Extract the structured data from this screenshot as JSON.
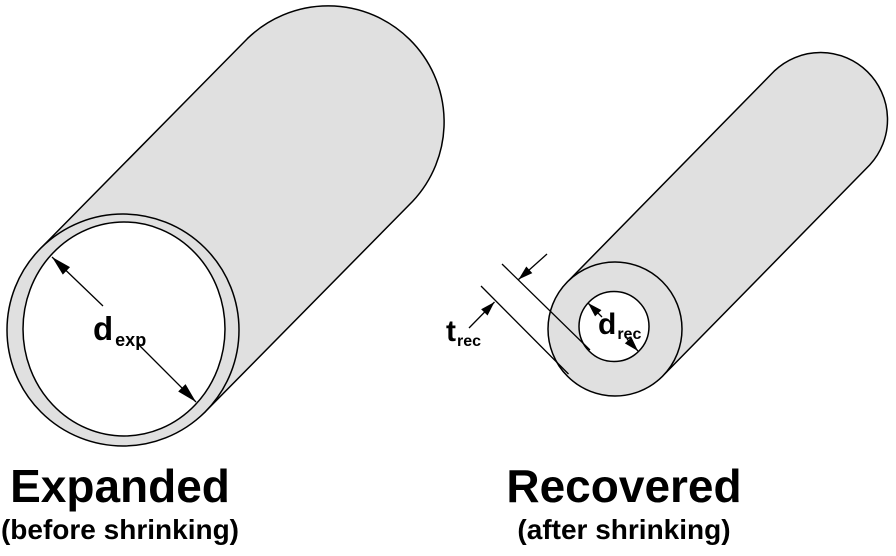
{
  "colors": {
    "background": "#ffffff",
    "tube_fill": "#e0e0e0",
    "bore_fill": "#ffffff",
    "line": "#000000",
    "text": "#000000"
  },
  "labels": {
    "d_exp": {
      "main": "d",
      "sub": "exp"
    },
    "d_rec": {
      "main": "d",
      "sub": "rec"
    },
    "t_rec": {
      "main": "t",
      "sub": "rec"
    }
  },
  "captions": {
    "expanded": {
      "title": "Expanded",
      "subtitle": "(before shrinking)"
    },
    "recovered": {
      "title": "Recovered",
      "subtitle": "(after shrinking)"
    }
  }
}
